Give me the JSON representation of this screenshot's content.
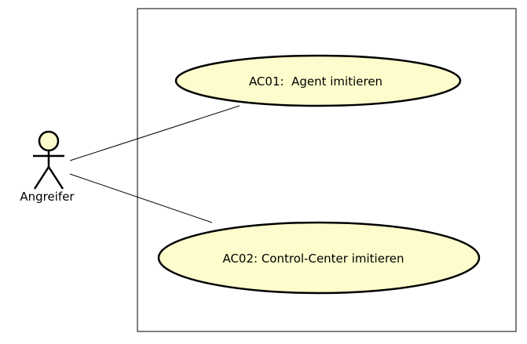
{
  "diagram": {
    "type": "uml-use-case",
    "actor": {
      "name": "Angreifer",
      "fill": "#fdfccc"
    },
    "use_cases": [
      {
        "id": "AC01",
        "label": "AC01:  Agent imitieren",
        "fill": "#fdfccc"
      },
      {
        "id": "AC02",
        "label": "AC02: Control-Center imitieren",
        "fill": "#fdfccc"
      }
    ],
    "associations": [
      {
        "from": "Angreifer",
        "to": "AC01"
      },
      {
        "from": "Angreifer",
        "to": "AC02"
      }
    ],
    "colors": {
      "stroke": "#000000",
      "background": "#ffffff"
    }
  }
}
